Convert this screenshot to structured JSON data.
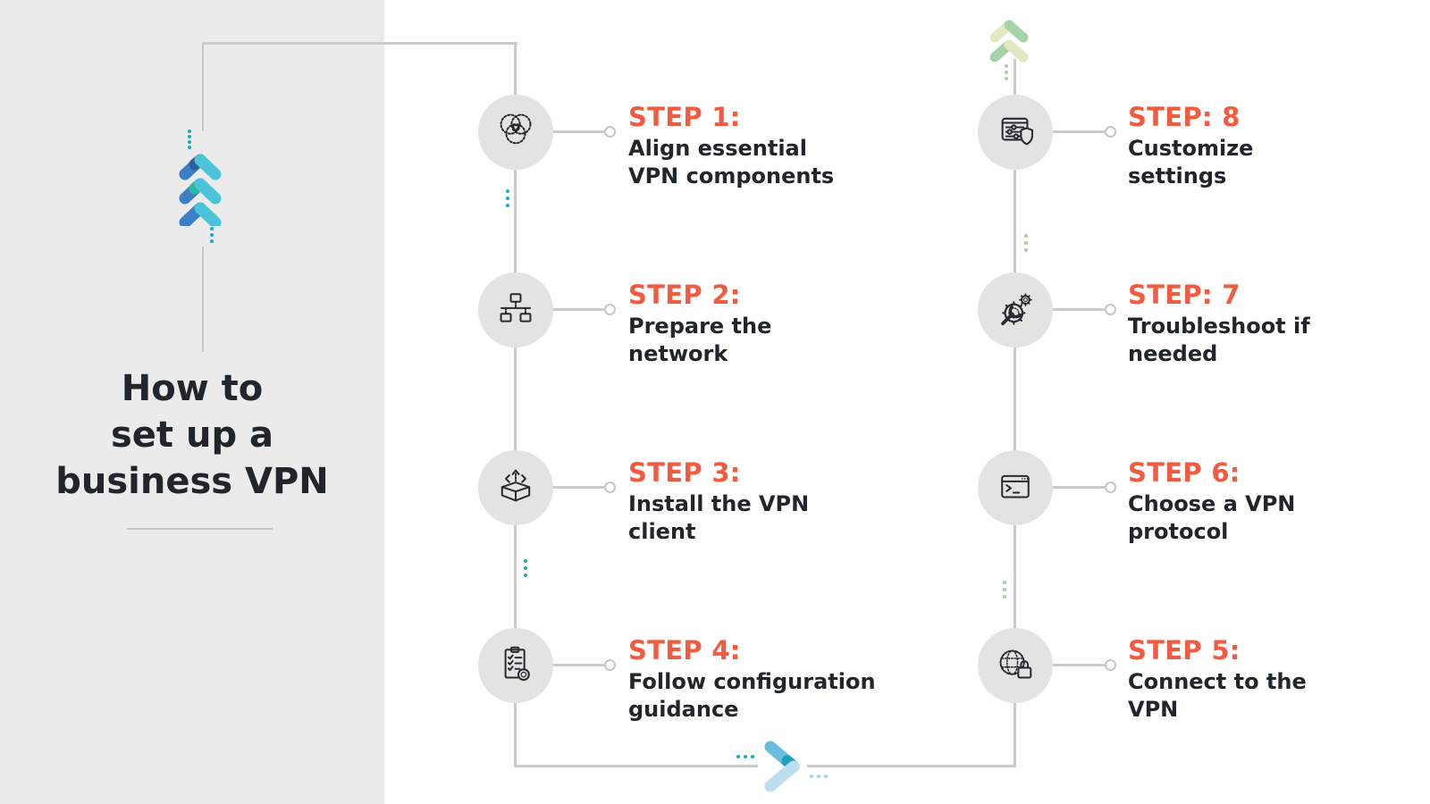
{
  "infographic_title": "How to set up a business VPN",
  "sidebar": {
    "title_lines": [
      "How to",
      "set up a",
      "business VPN"
    ],
    "logo_icon": "triple-chevron-up-logo"
  },
  "decor": {
    "top_right_icon": "double-chevron-up-green",
    "bottom_icon": "chevron-right-teal"
  },
  "steps": {
    "left": [
      {
        "label": "STEP 1:",
        "lines": [
          "Align essential",
          "VPN components"
        ],
        "icon": "venn-diagram-icon"
      },
      {
        "label": "STEP 2:",
        "lines": [
          "Prepare the",
          "network"
        ],
        "icon": "network-topology-icon"
      },
      {
        "label": "STEP 3:",
        "lines": [
          "Install the VPN",
          "client"
        ],
        "icon": "install-package-icon"
      },
      {
        "label": "STEP 4:",
        "lines": [
          "Follow configuration",
          "guidance"
        ],
        "icon": "checklist-badge-icon"
      }
    ],
    "right": [
      {
        "label": "STEP: 8",
        "lines": [
          "Customize",
          "settings"
        ],
        "icon": "settings-shield-icon"
      },
      {
        "label": "STEP: 7",
        "lines": [
          "Troubleshoot if",
          "needed"
        ],
        "icon": "wrench-gears-icon"
      },
      {
        "label": "STEP 6:",
        "lines": [
          "Choose a VPN",
          "protocol"
        ],
        "icon": "terminal-icon"
      },
      {
        "label": "STEP 5:",
        "lines": [
          "Connect to the",
          "VPN"
        ],
        "icon": "globe-lock-icon"
      }
    ]
  },
  "colors": {
    "accent_orange": "#F15B40",
    "text_dark": "#21262C",
    "panel_gray": "#EBEBEB",
    "circle_gray": "#E3E3E1",
    "line_gray": "#CBCBCB",
    "accent_teal": "#1AA9CB",
    "accent_green": "#A6CFA6",
    "logo_blue": "#3B7FC6",
    "logo_teal": "#4CC3D8",
    "logo_green_medium": "#A6D2A8",
    "logo_green_pale": "#E0E9C2"
  }
}
